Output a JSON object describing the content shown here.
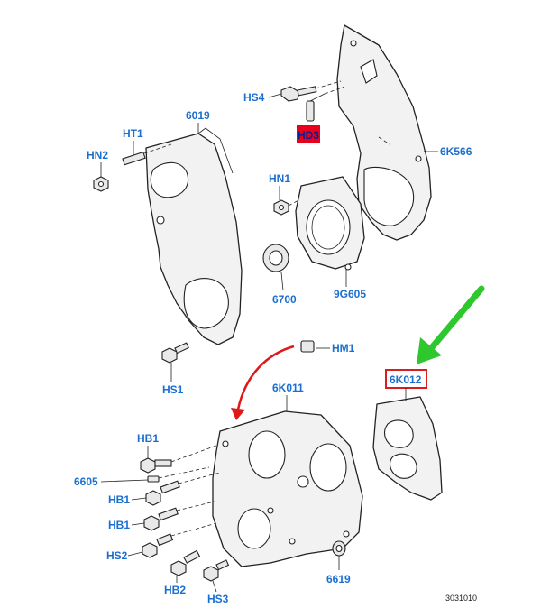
{
  "labels": {
    "hs4": "HS4",
    "hd3": "HD3",
    "k566": "6K566",
    "ht1": "HT1",
    "p6019": "6019",
    "hn2": "HN2",
    "hn1": "HN1",
    "p6700": "6700",
    "g605": "9G605",
    "hs1": "HS1",
    "hm1": "HM1",
    "k012": "6K012",
    "k011": "6K011",
    "hb1a": "HB1",
    "p6605": "6605",
    "hb1b": "HB1",
    "hb1c": "HB1",
    "hs2": "HS2",
    "hb2": "HB2",
    "hs3": "HS3",
    "p6619": "6619"
  },
  "ref_number": "3031010",
  "colors": {
    "label": "#1a6fd0",
    "highlight_fill": "#e8001c",
    "highlight_box": "#d81e1e",
    "green_arrow": "#2ec82e",
    "red_arrow": "#e01818"
  }
}
